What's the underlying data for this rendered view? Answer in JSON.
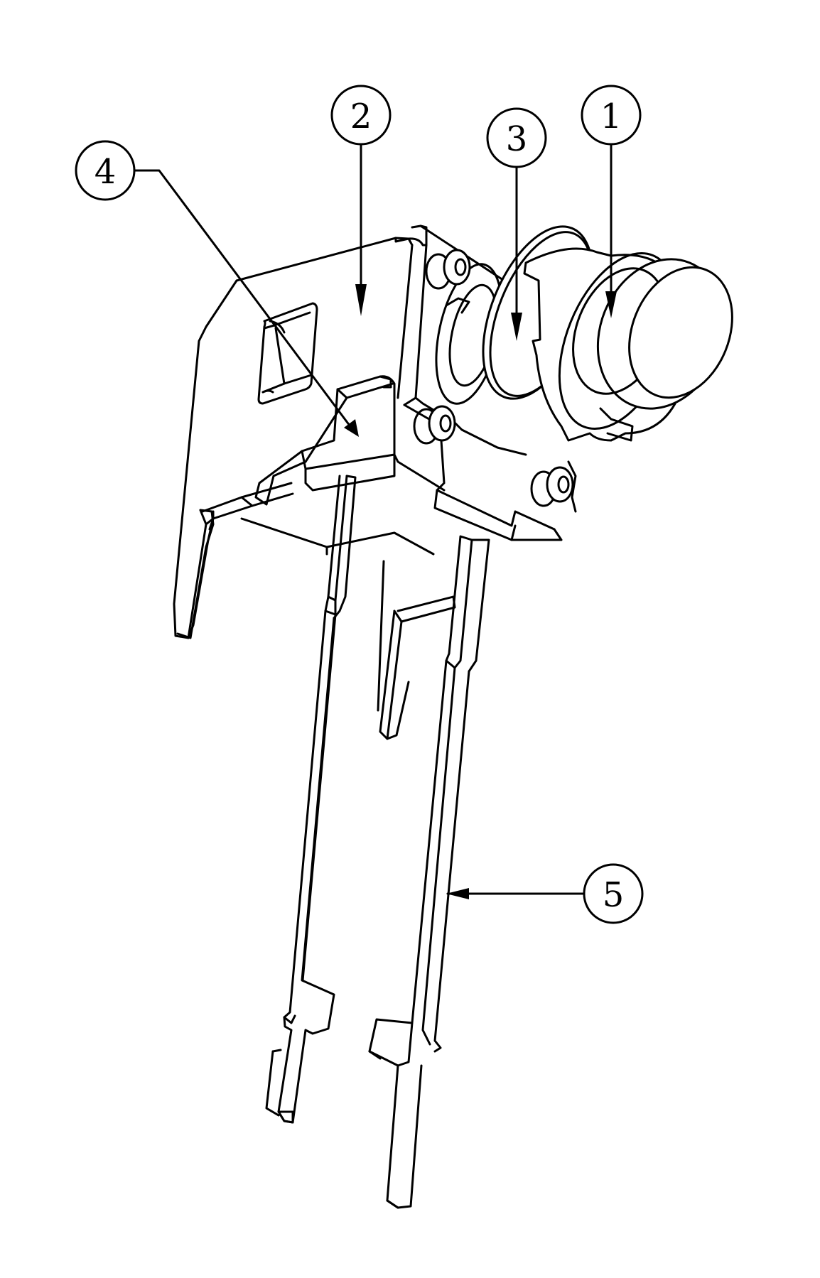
{
  "figure": {
    "type": "isometric line drawing",
    "subject": "tactile push switch with terminals",
    "background": "#ffffff",
    "line_color": "#000000"
  },
  "callouts": [
    {
      "id": "1",
      "label": "1",
      "target": "push button cap"
    },
    {
      "id": "2",
      "label": "2",
      "target": "housing / frame"
    },
    {
      "id": "3",
      "label": "3",
      "target": "flange / collar"
    },
    {
      "id": "4",
      "label": "4",
      "target": "top bracket tab"
    },
    {
      "id": "5",
      "label": "5",
      "target": "terminal pin"
    }
  ]
}
